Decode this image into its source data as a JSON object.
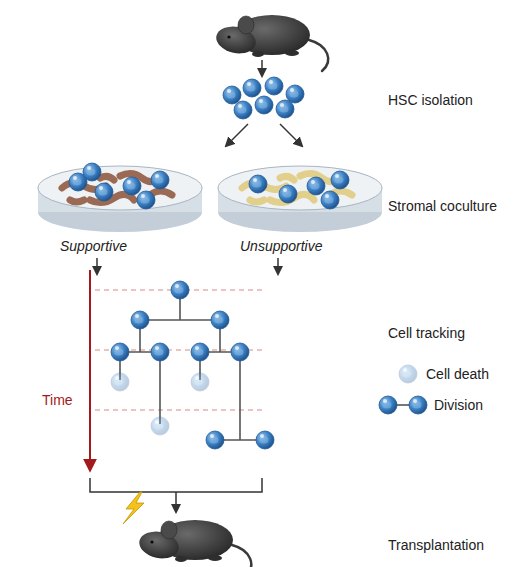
{
  "diagram": {
    "labels": [
      "HSC isolation",
      "Stromal coculture",
      "Supportive",
      "Unsupportive",
      "Cell tracking",
      "Time",
      "Cell death",
      "Division",
      "Transplantation"
    ]
  }
}
